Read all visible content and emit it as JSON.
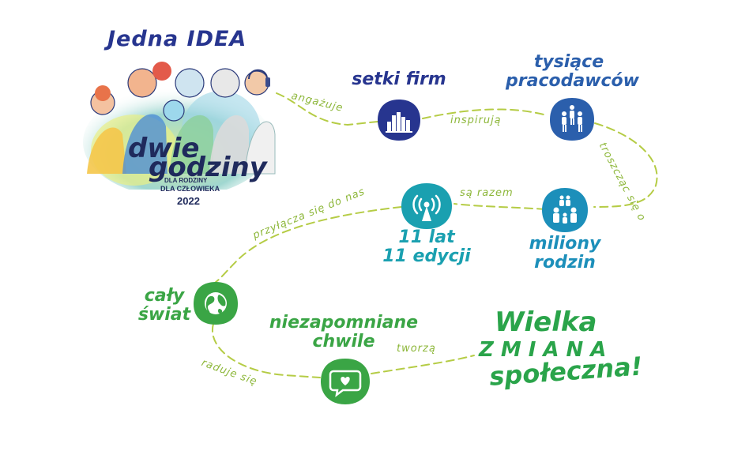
{
  "logo": {
    "title": "Jedna IDEA",
    "brand_line1": "dwie",
    "brand_line2": "godziny",
    "subline1": "DLA RODZINY",
    "subline2": "DLA CZŁOWIEKA",
    "year": "2022"
  },
  "nodes": {
    "firms": "setki firm",
    "employers_line1": "tysiące",
    "employers_line2": "pracodawców",
    "families_line1": "miliony",
    "families_line2": "rodzin",
    "years_line1": "11 lat",
    "years_line2": "11 edycji",
    "world_line1": "cały",
    "world_line2": "świat",
    "moments_line1": "niezapomniane",
    "moments_line2": "chwile"
  },
  "connectors": {
    "engages": "angażuje",
    "inspire": "inspirują",
    "caring": "troszcząc się o",
    "together": "są razem",
    "joins": "przyłącza się do nas",
    "rejoices": "raduje się",
    "create": "tworzą"
  },
  "finale": {
    "line1": "Wielka",
    "line2": "ZMIANA",
    "line3": "społeczna!"
  },
  "colors": {
    "navy": "#27358f",
    "blue": "#2b5fac",
    "teal": "#1aa0b0",
    "green": "#3aa545",
    "lime": "#a6c832",
    "dash": "#b5cc45"
  }
}
